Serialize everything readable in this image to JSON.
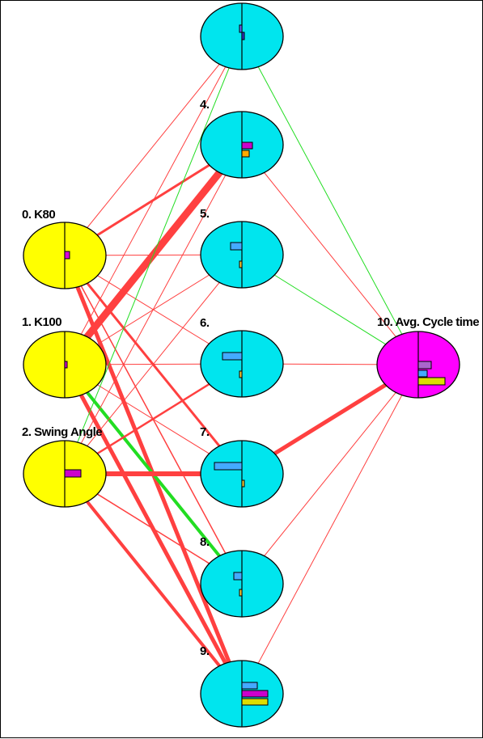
{
  "nodes": [
    {
      "id": 0,
      "label": "0. K80",
      "layer": "input"
    },
    {
      "id": 1,
      "label": "1. K100",
      "layer": "input"
    },
    {
      "id": 2,
      "label": "2. Swing Angle",
      "layer": "input"
    },
    {
      "id": 3,
      "label": "",
      "layer": "hidden"
    },
    {
      "id": 4,
      "label": "4.",
      "layer": "hidden"
    },
    {
      "id": 5,
      "label": "5.",
      "layer": "hidden"
    },
    {
      "id": 6,
      "label": "6.",
      "layer": "hidden"
    },
    {
      "id": 7,
      "label": "7.",
      "layer": "hidden"
    },
    {
      "id": 8,
      "label": "8.",
      "layer": "hidden"
    },
    {
      "id": 9,
      "label": "9.",
      "layer": "hidden"
    },
    {
      "id": 10,
      "label": "10. Avg. Cycle time",
      "layer": "output"
    }
  ],
  "colors": {
    "input": "#ffff00",
    "hidden": "#00e5ee",
    "output": "#ff00ff",
    "negative_weight": "#ff4040",
    "positive_weight": "#22dd22"
  },
  "edges": [
    {
      "from": 0,
      "to": 3,
      "sign": "negative",
      "weight": 1
    },
    {
      "from": 0,
      "to": 4,
      "sign": "negative",
      "weight": 3
    },
    {
      "from": 0,
      "to": 5,
      "sign": "negative",
      "weight": 1
    },
    {
      "from": 0,
      "to": 6,
      "sign": "negative",
      "weight": 1
    },
    {
      "from": 0,
      "to": 7,
      "sign": "negative",
      "weight": 3
    },
    {
      "from": 0,
      "to": 8,
      "sign": "negative",
      "weight": 1.5
    },
    {
      "from": 0,
      "to": 9,
      "sign": "negative",
      "weight": 5
    },
    {
      "from": 1,
      "to": 3,
      "sign": "negative",
      "weight": 1
    },
    {
      "from": 1,
      "to": 4,
      "sign": "negative",
      "weight": 9
    },
    {
      "from": 1,
      "to": 5,
      "sign": "negative",
      "weight": 1
    },
    {
      "from": 1,
      "to": 6,
      "sign": "negative",
      "weight": 1
    },
    {
      "from": 1,
      "to": 7,
      "sign": "negative",
      "weight": 1
    },
    {
      "from": 1,
      "to": 8,
      "sign": "positive",
      "weight": 4
    },
    {
      "from": 1,
      "to": 9,
      "sign": "negative",
      "weight": 5
    },
    {
      "from": 2,
      "to": 3,
      "sign": "positive",
      "weight": 1
    },
    {
      "from": 2,
      "to": 4,
      "sign": "negative",
      "weight": 1
    },
    {
      "from": 2,
      "to": 5,
      "sign": "negative",
      "weight": 1
    },
    {
      "from": 2,
      "to": 6,
      "sign": "negative",
      "weight": 2.5
    },
    {
      "from": 2,
      "to": 7,
      "sign": "negative",
      "weight": 6
    },
    {
      "from": 2,
      "to": 8,
      "sign": "negative",
      "weight": 1.5
    },
    {
      "from": 2,
      "to": 9,
      "sign": "negative",
      "weight": 4
    },
    {
      "from": 3,
      "to": 10,
      "sign": "positive",
      "weight": 1
    },
    {
      "from": 4,
      "to": 10,
      "sign": "negative",
      "weight": 1
    },
    {
      "from": 5,
      "to": 10,
      "sign": "positive",
      "weight": 1
    },
    {
      "from": 6,
      "to": 10,
      "sign": "negative",
      "weight": 1
    },
    {
      "from": 7,
      "to": 10,
      "sign": "negative",
      "weight": 5
    },
    {
      "from": 8,
      "to": 10,
      "sign": "negative",
      "weight": 1
    },
    {
      "from": 9,
      "to": 10,
      "sign": "negative",
      "weight": 1
    }
  ]
}
